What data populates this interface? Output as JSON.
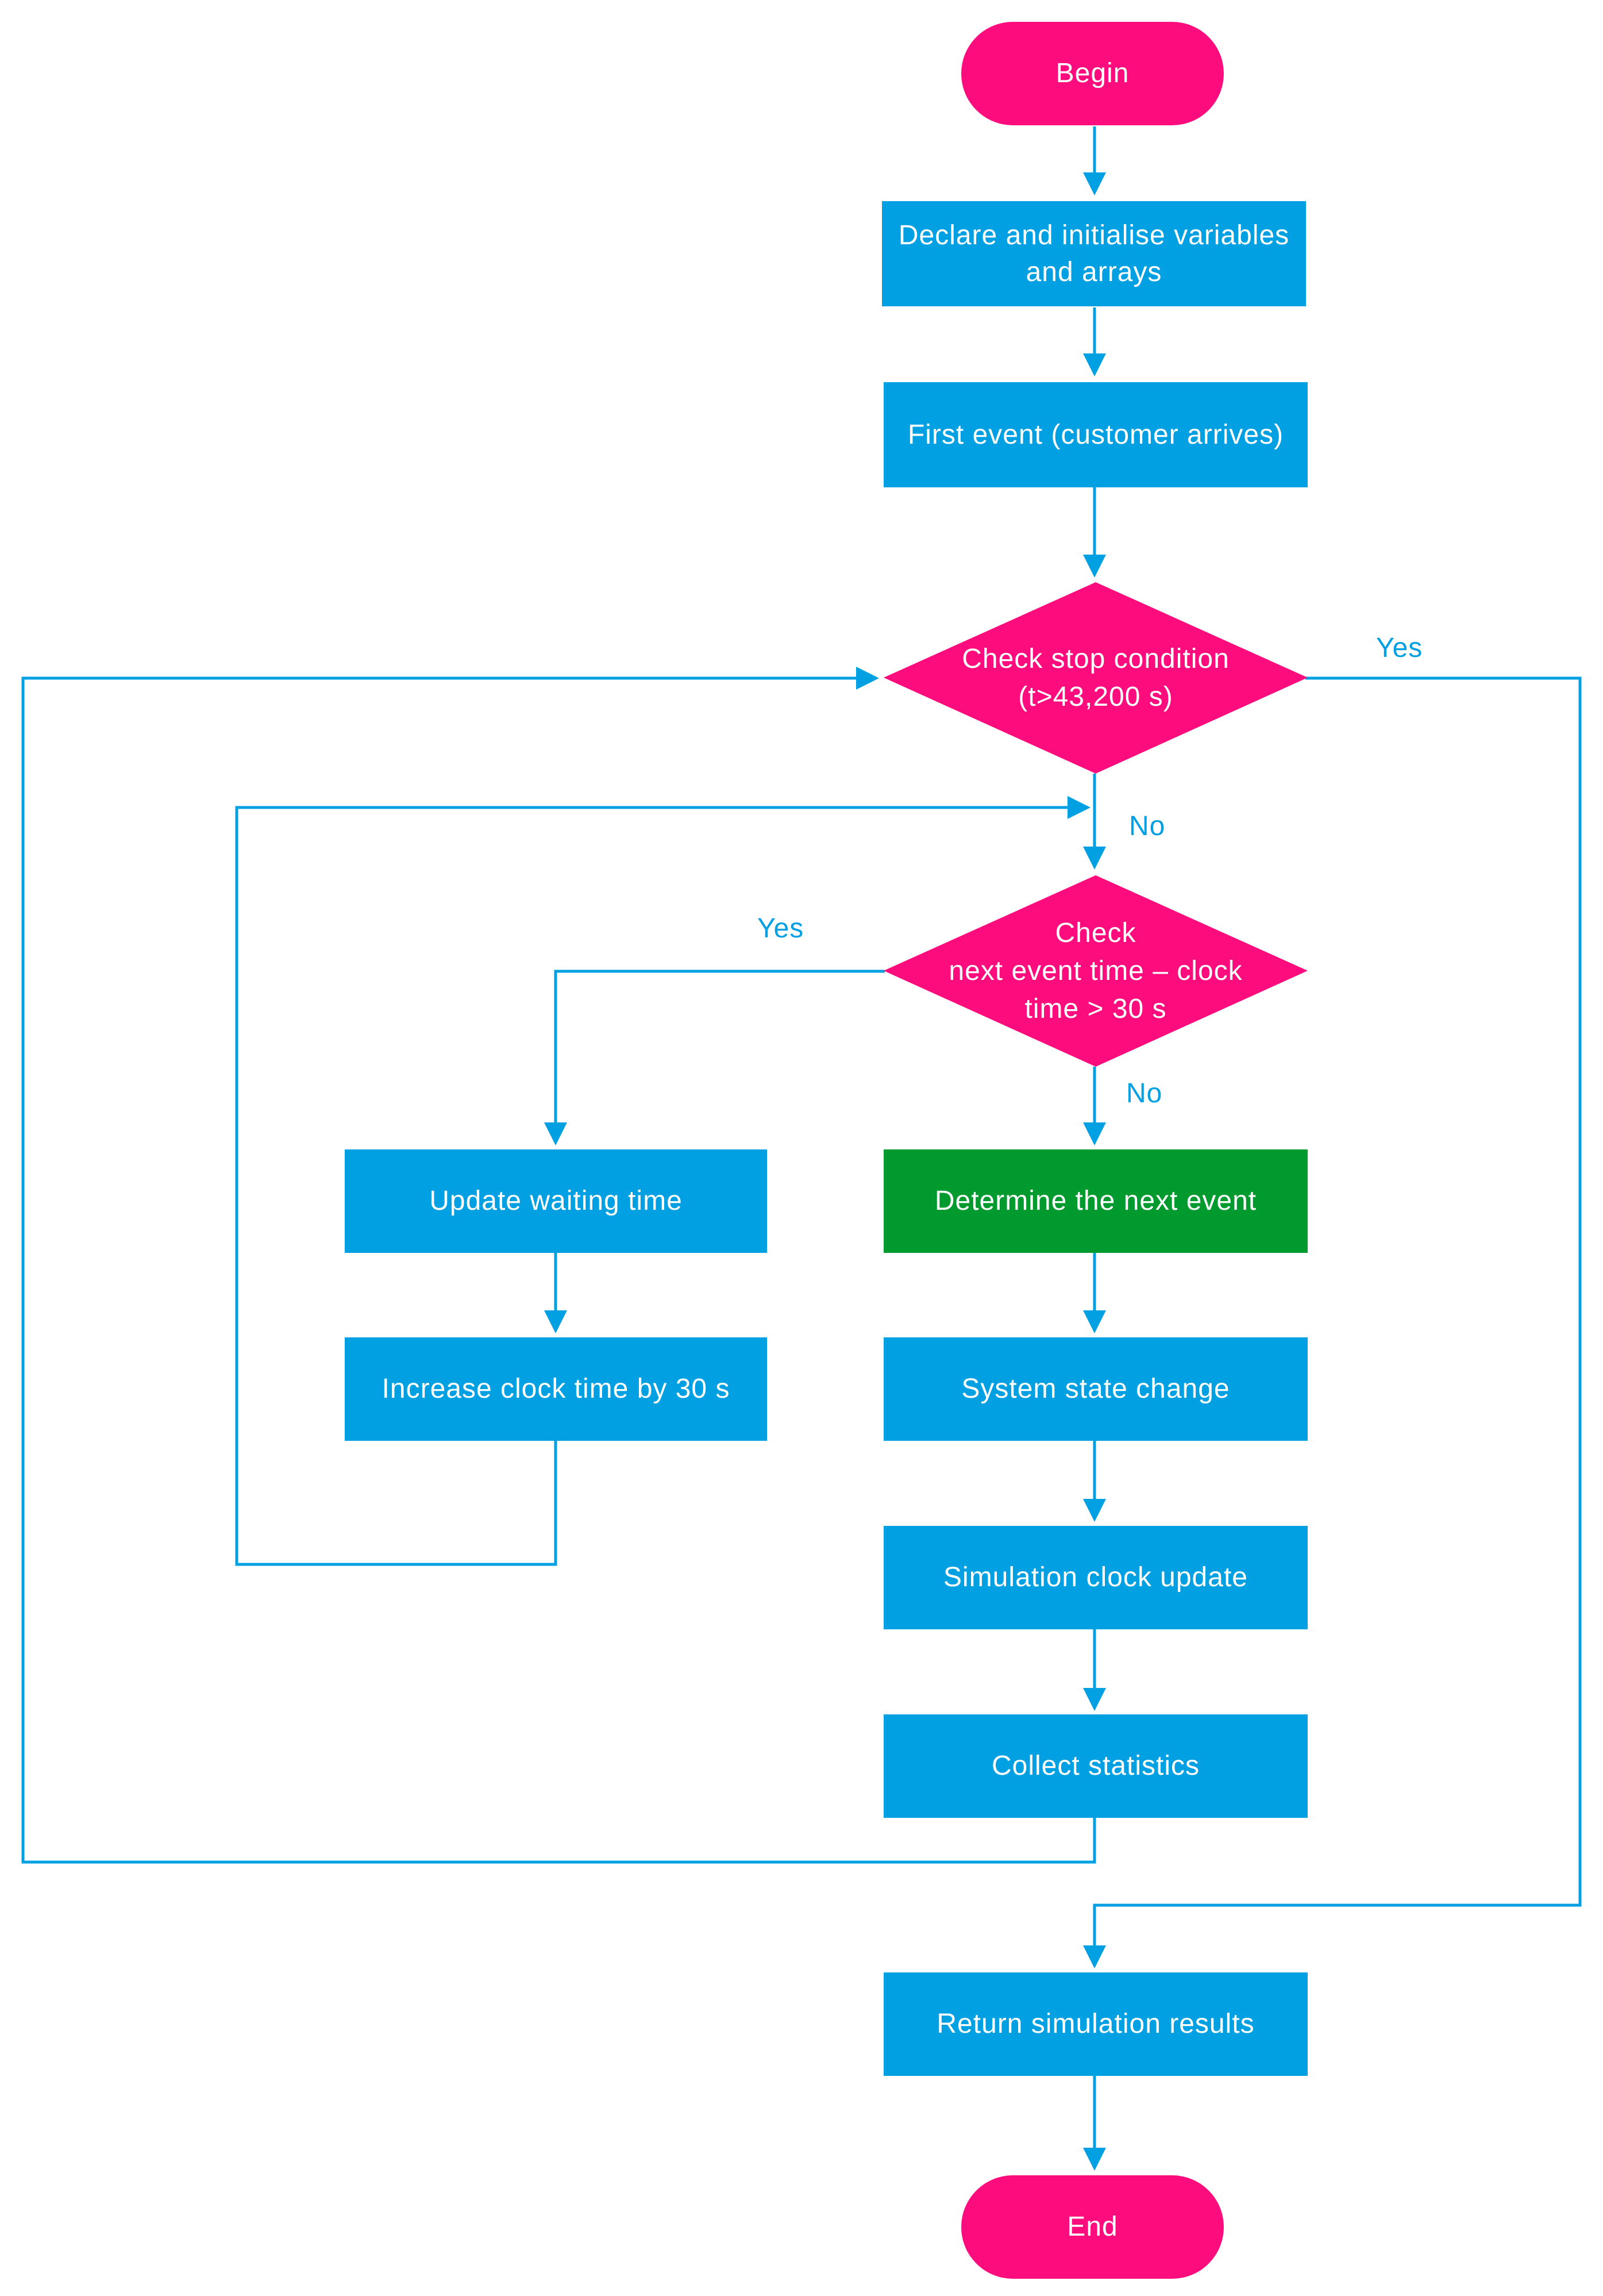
{
  "colors": {
    "process": "#00a0e3",
    "terminal": "#fc0c7c",
    "decision": "#fc0c7c",
    "highlight": "#009a2e",
    "connector": "#00a0e3"
  },
  "nodes": {
    "begin": "Begin",
    "declare_line1": "Declare and initialise variables",
    "declare_line2": "and arrays",
    "first_event": "First event (customer arrives)",
    "check_stop_line1": "Check stop condition",
    "check_stop_line2": "(t>43,200 s)",
    "check_next_line1": "Check",
    "check_next_line2": "next event time – clock",
    "check_next_line3": "time > 30 s",
    "update_waiting": "Update waiting time",
    "increase_clock": "Increase clock time by 30 s",
    "determine_next": "Determine the next event",
    "state_change": "System state change",
    "clock_update": "Simulation clock update",
    "collect_stats": "Collect statistics",
    "return_results": "Return simulation results",
    "end": "End"
  },
  "edge_labels": {
    "stop_yes": "Yes",
    "stop_no": "No",
    "next_yes": "Yes",
    "next_no": "No"
  }
}
